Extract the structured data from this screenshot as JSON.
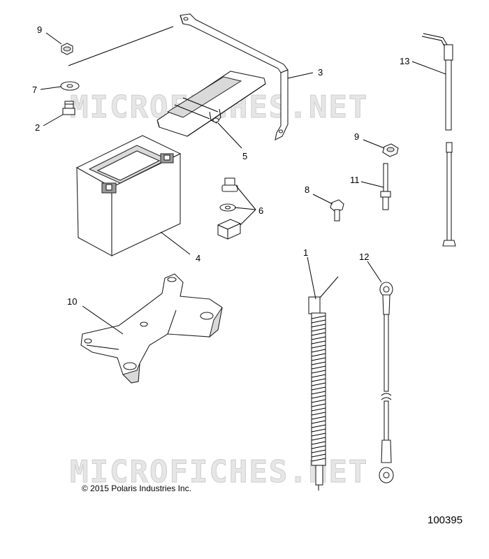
{
  "watermarks": [
    "MICROFICHES.NET",
    "MICROFICHES.NET"
  ],
  "callouts": {
    "c9a": "9",
    "c7": "7",
    "c2": "2",
    "c3": "3",
    "c5": "5",
    "c4": "4",
    "c6": "6",
    "c13": "13",
    "c9b": "9",
    "c11": "11",
    "c8": "8",
    "c10": "10",
    "c1": "1",
    "c12": "12"
  },
  "copyright": "© 2015 Polaris Industries Inc.",
  "document_number": "100395"
}
